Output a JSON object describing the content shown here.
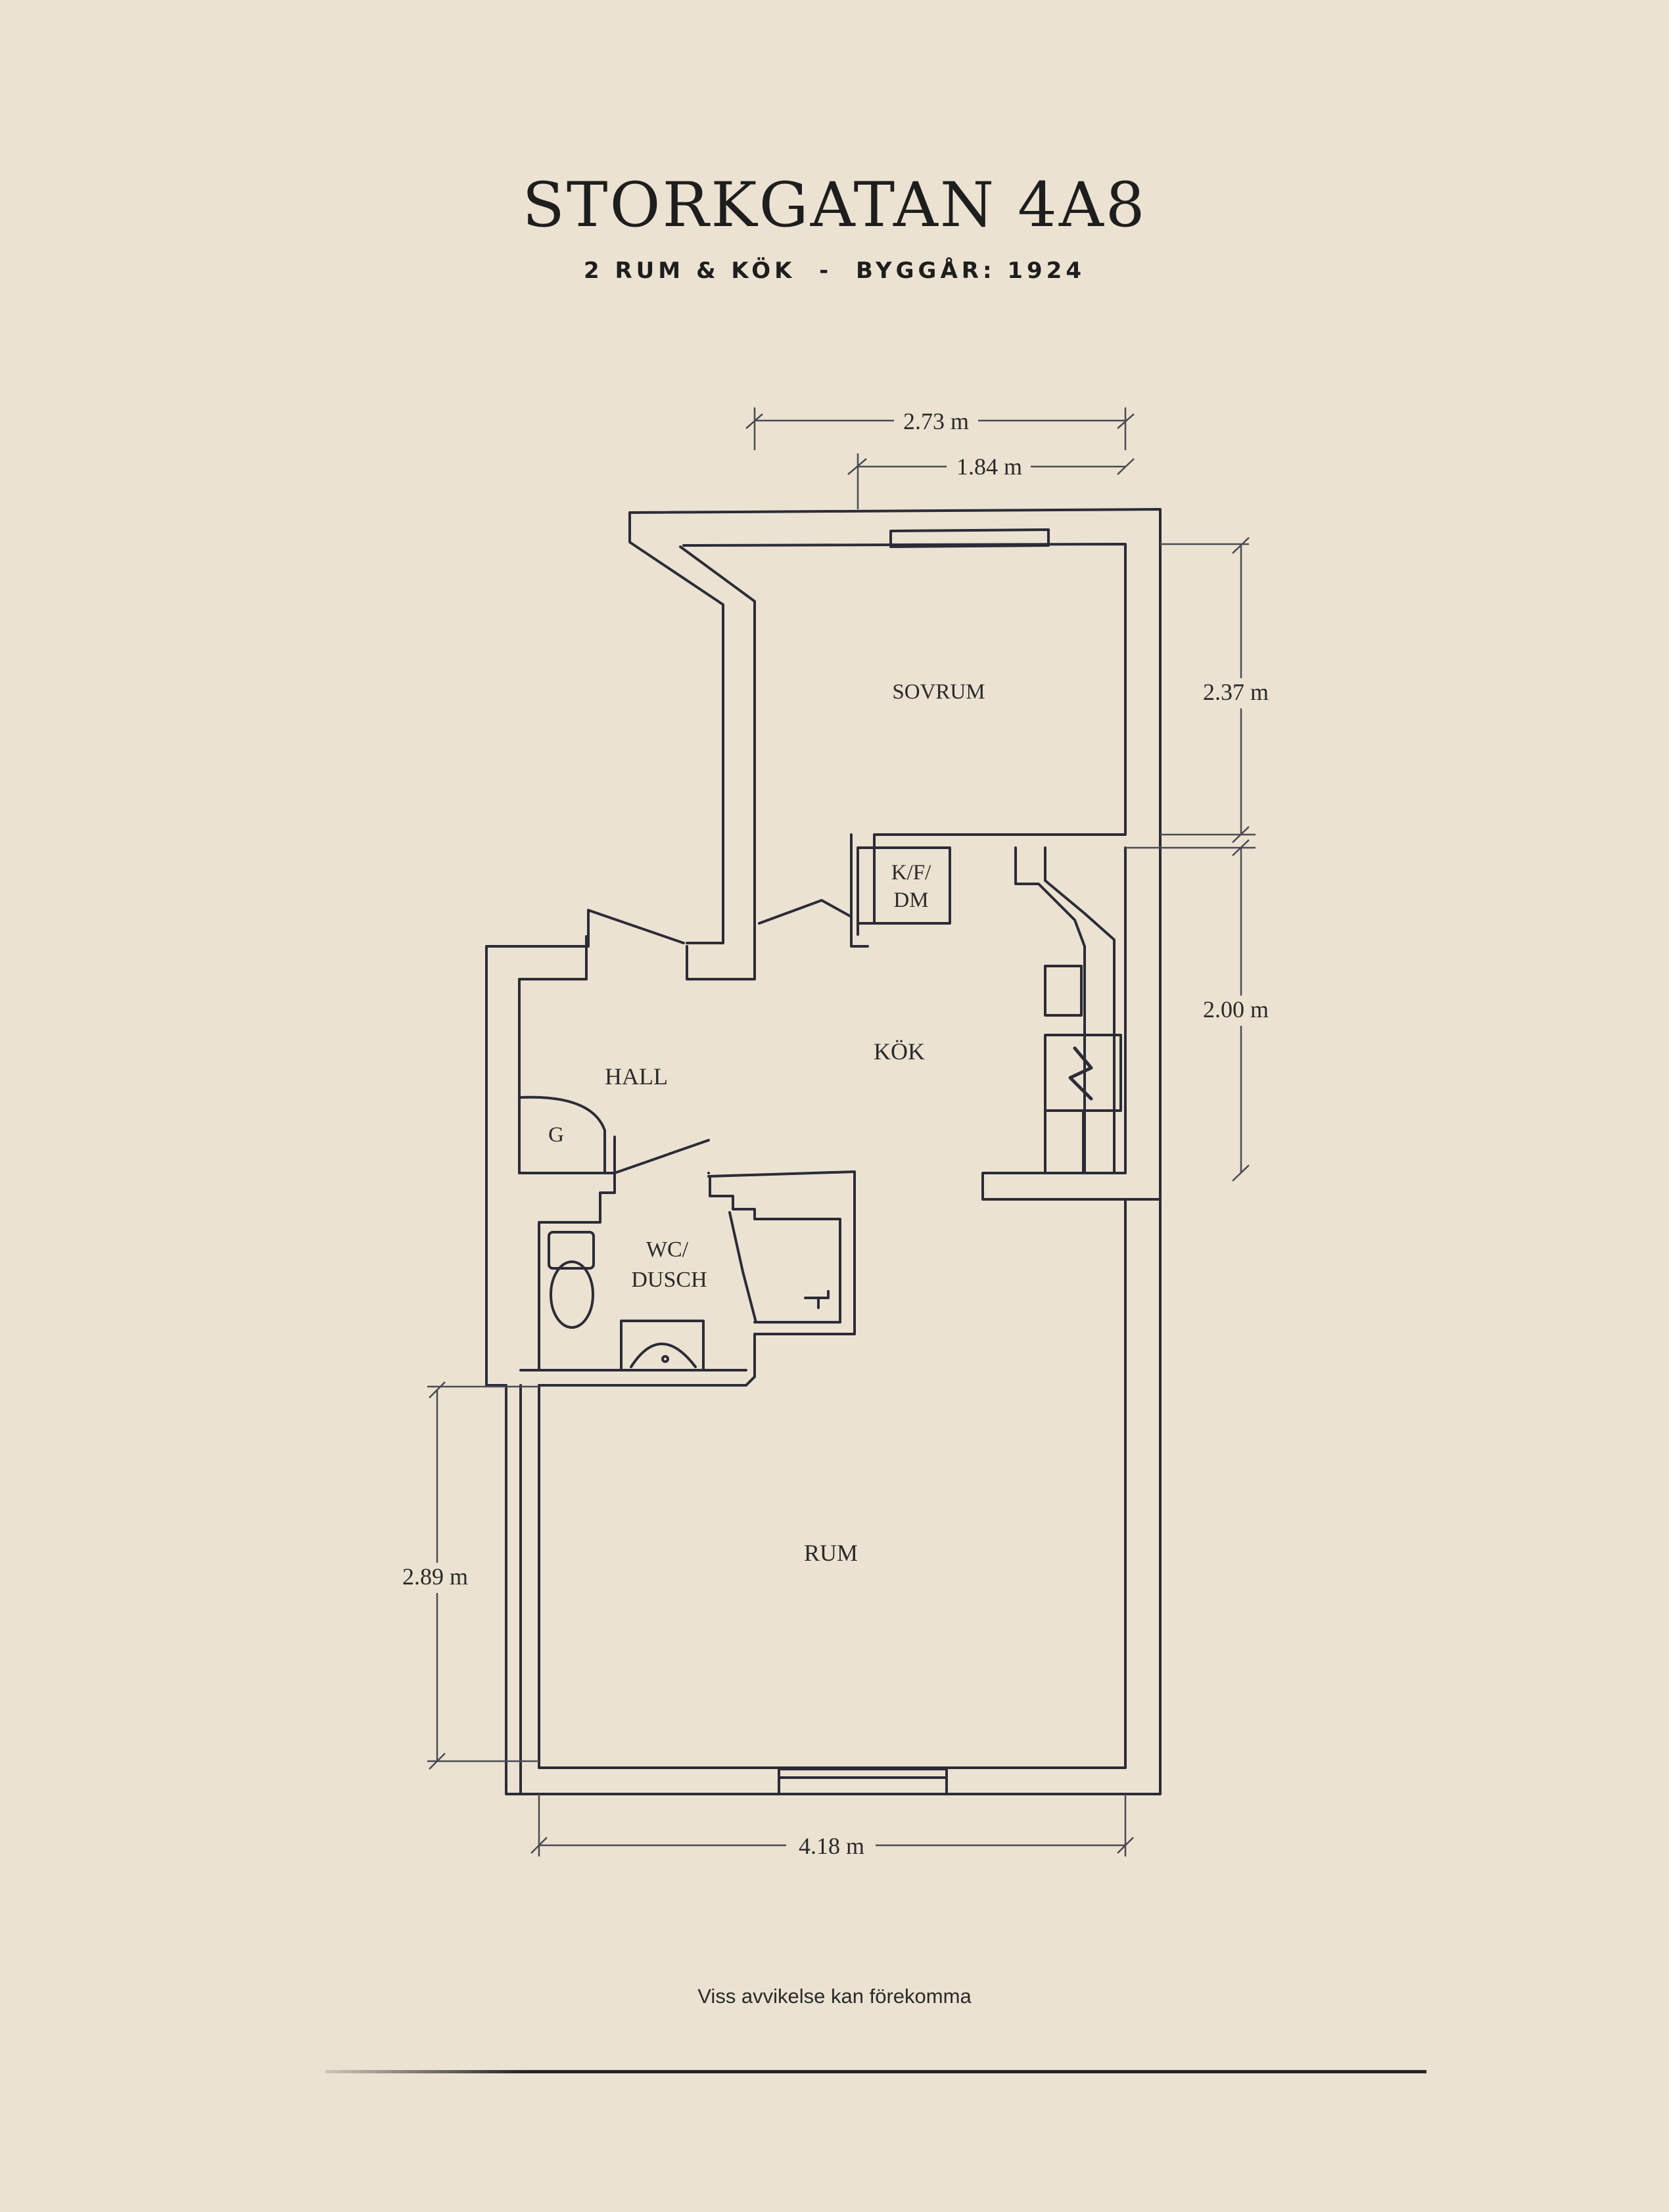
{
  "header": {
    "title": "STORKGATAN 4A8",
    "subtitle": "2 RUM & KÖK  -  BYGGÅR: 1924"
  },
  "rooms": {
    "sovrum": "SOVRUM",
    "kfdm_line1": "K/F/",
    "kfdm_line2": "DM",
    "kok": "KÖK",
    "hall": "HALL",
    "g": "G",
    "wc_line1": "WC/",
    "wc_line2": "DUSCH",
    "rum": "RUM"
  },
  "dimensions": {
    "top_outer": "2.73 m",
    "top_inner": "1.84 m",
    "right_upper": "2.37 m",
    "right_lower": "2.00 m",
    "left": "2.89 m",
    "bottom": "4.18 m"
  },
  "footer": {
    "disclaimer": "Viss avvikelse kan förekomma"
  },
  "colors": {
    "background": "#ebe2d1",
    "ink": "#2a2a35"
  }
}
